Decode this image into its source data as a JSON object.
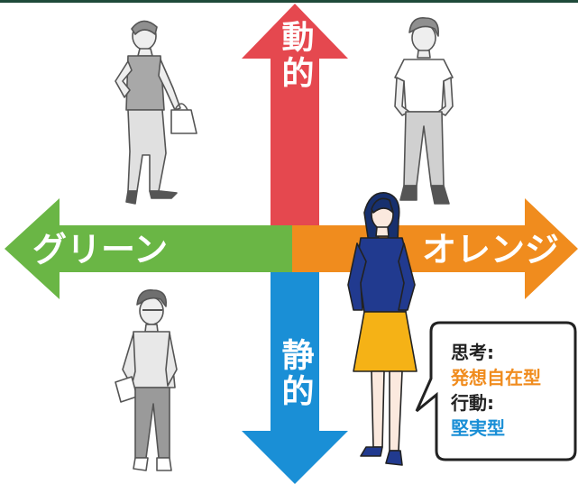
{
  "axes": {
    "up_label": "動的",
    "down_label": "静的",
    "left_label": "グリーン",
    "right_label": "オレンジ"
  },
  "bubble": {
    "line1": "思考:",
    "line2": "発想自在型",
    "line3": "行動:",
    "line4": "堅実型"
  },
  "colors": {
    "up_arrow": "#e5484f",
    "down_arrow": "#1a8fd6",
    "left_arrow": "#6ab645",
    "right_arrow": "#f08c1e",
    "bubble_line2": "#f08c1e",
    "bubble_line4": "#1a8fd6",
    "bubble_border": "#222222",
    "figure_line": "#555555",
    "figure_fill": "#d6d6d6",
    "woman_top": "#213a8f",
    "woman_skirt": "#f5b216",
    "woman_hair": "#17306e"
  },
  "figures": [
    "woman-top-left",
    "man-top-right",
    "man-bottom-left",
    "woman-highlighted"
  ]
}
